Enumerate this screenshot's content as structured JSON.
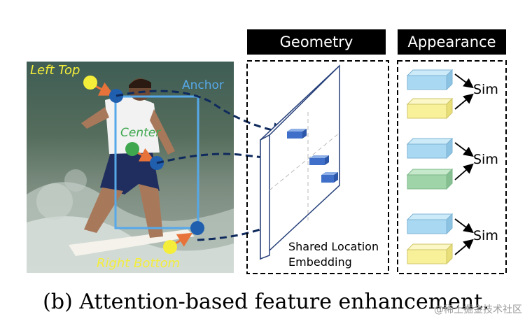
{
  "labels": {
    "left_top": "Left Top",
    "center": "Center",
    "anchor": "Anchor",
    "right_bottom": "Right Bottom"
  },
  "panels": {
    "geometry_title": "Geometry",
    "appearance_title": "Appearance",
    "shared_location_line1": "Shared Location",
    "shared_location_line2": "Embedding"
  },
  "sim_labels": [
    "Sim",
    "Sim",
    "Sim"
  ],
  "caption": "(b) Attention-based feature enhancement.",
  "watermark": "@稀土掘金技术社区",
  "colors": {
    "keypoint_yellow": "#f4ee3a",
    "keypoint_green": "#3fa84f",
    "keypoint_blue": "#1f5fae",
    "anchor_box": "#56a8e8",
    "dashed_arrow": "#0f2a5c",
    "orange_arrow": "#e8733a",
    "cube_blue": "#a9d8f2",
    "cube_yellow": "#f8f19a",
    "cube_green": "#9fd3a8",
    "feature_cell": "#3f6fc8"
  }
}
